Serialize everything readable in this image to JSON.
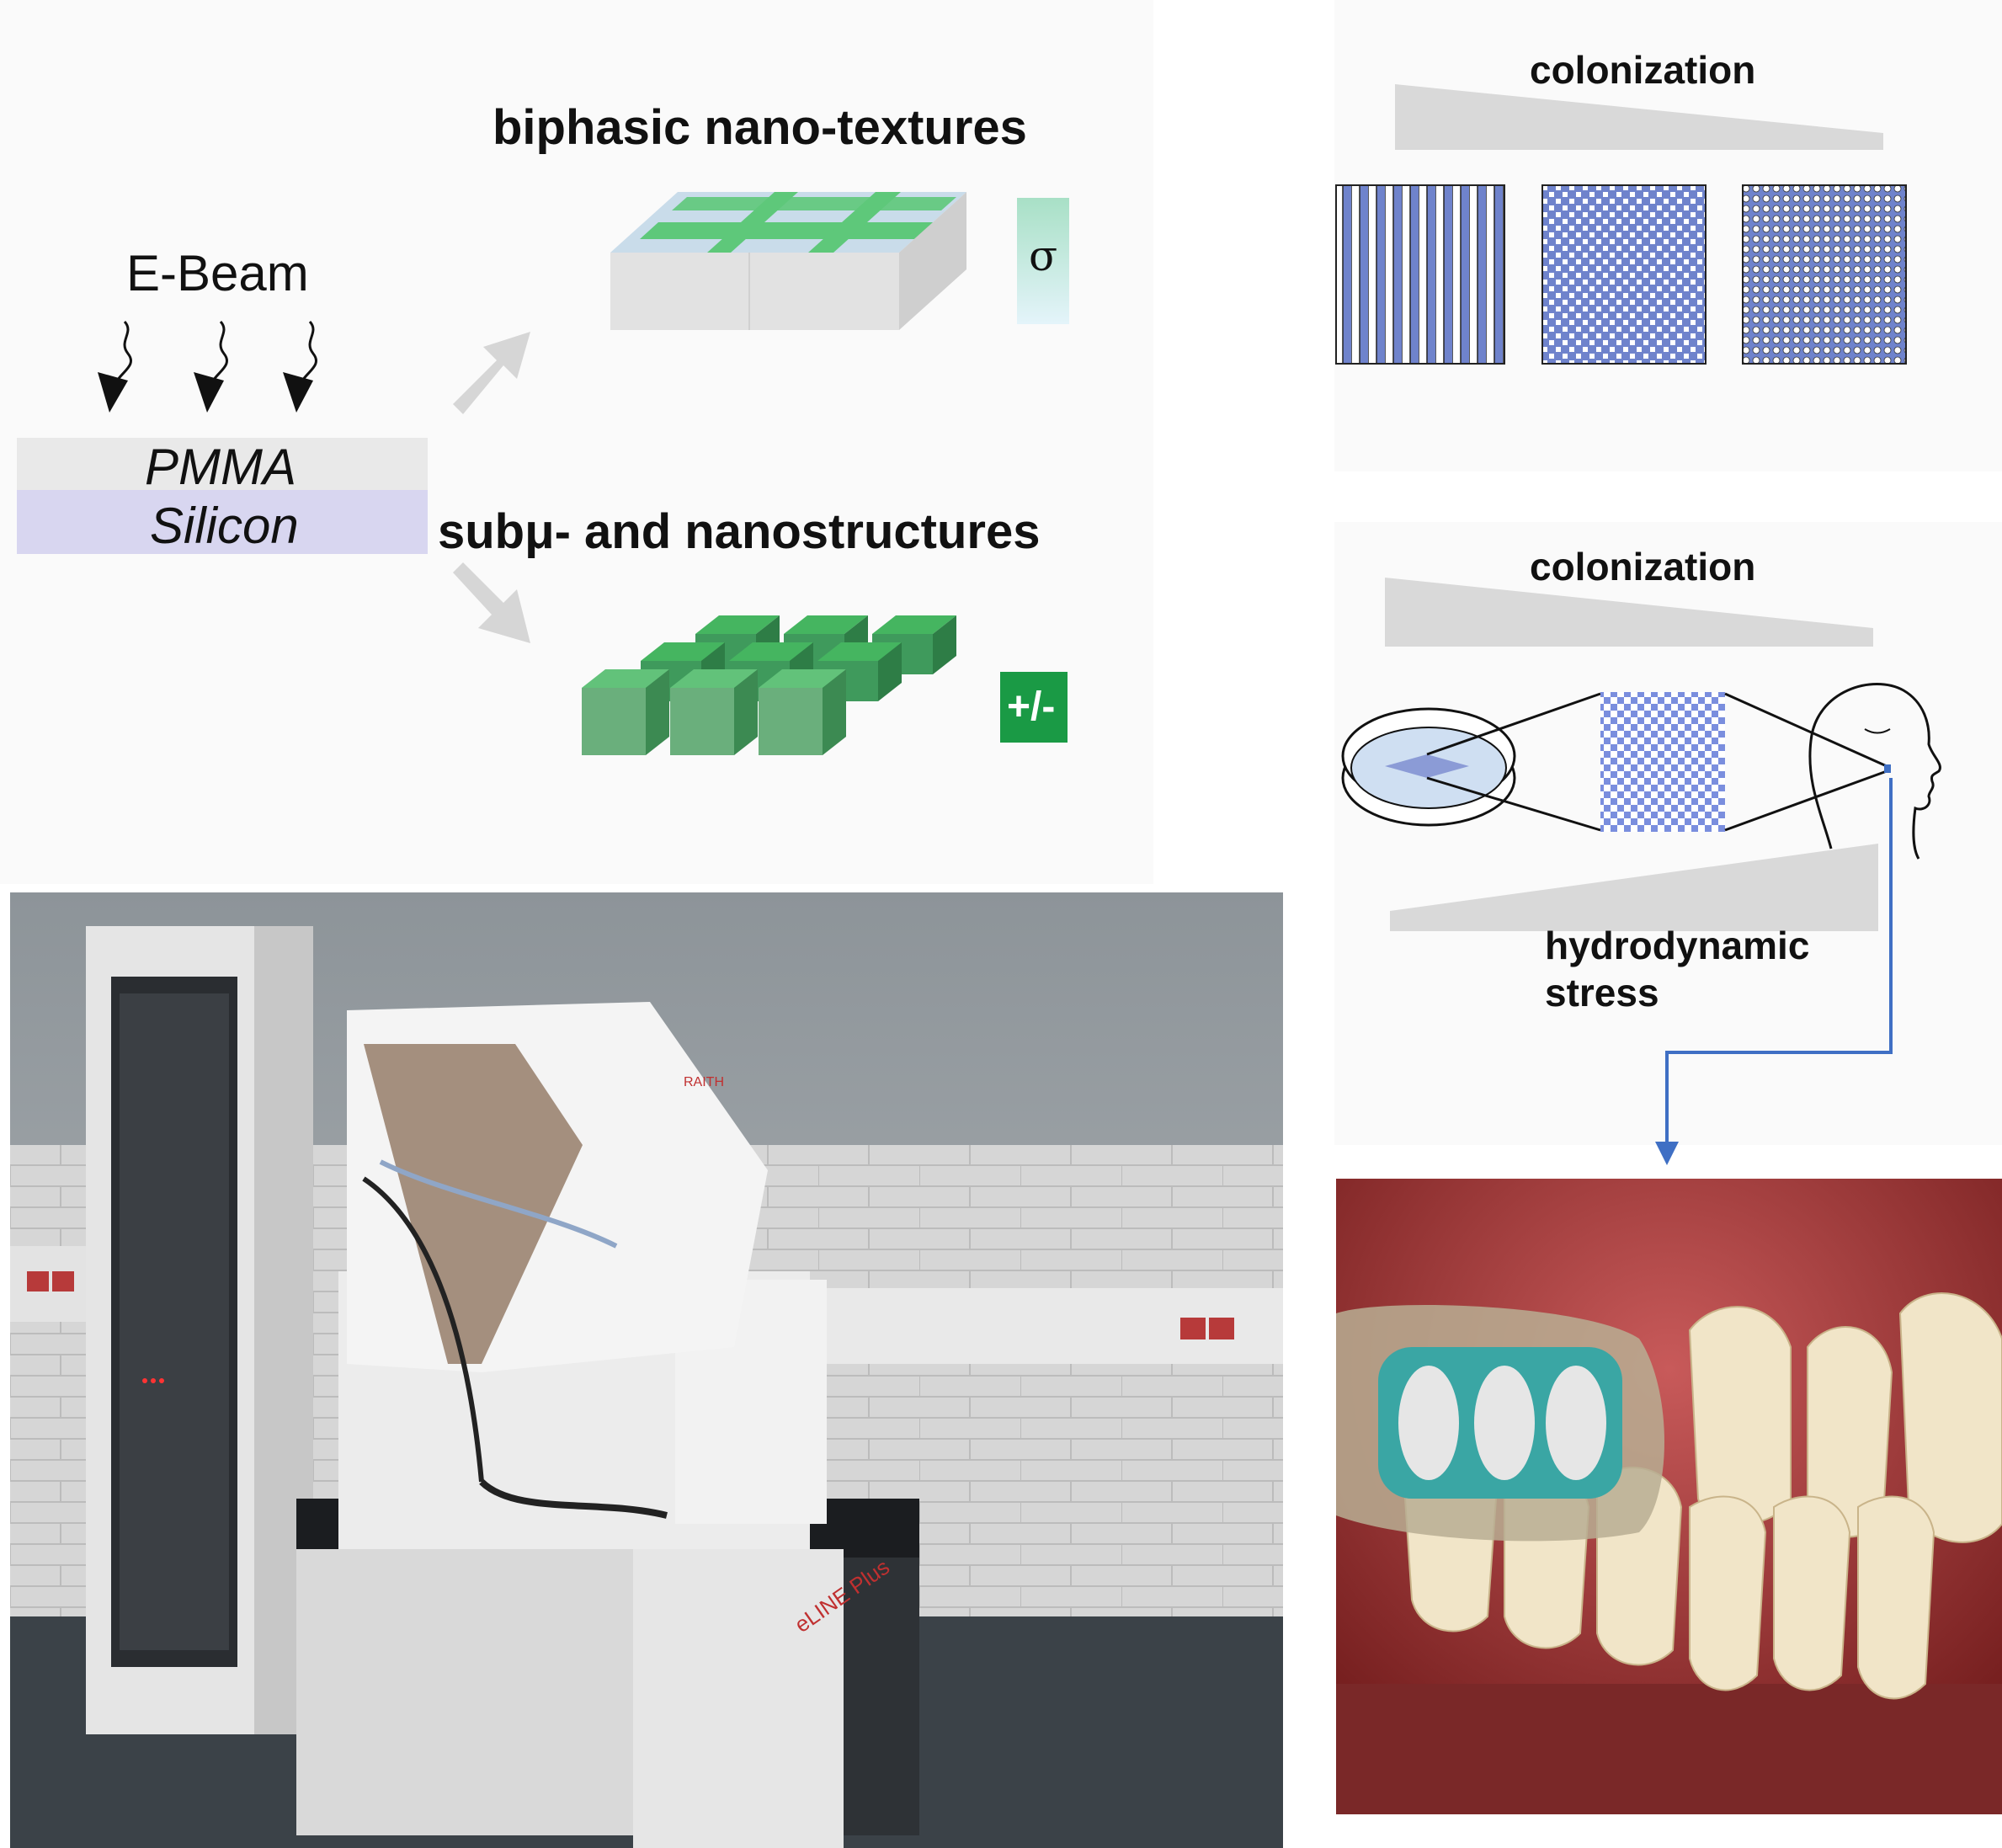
{
  "ebeam": {
    "label": "E-Beam",
    "layer_top": "PMMA",
    "layer_bottom": "Silicon",
    "layer_colors": {
      "pmma": "#e9e9e9",
      "silicon": "#d8d6f0"
    }
  },
  "textures": {
    "title": "biphasic nano-textures",
    "symbol": "σ"
  },
  "structures": {
    "title": "subμ- and nanostructures",
    "symbol": "+/-"
  },
  "colonization_top": {
    "label": "colonization"
  },
  "colonization_bottom": {
    "label": "colonization",
    "stress_line1": "hydrodynamic",
    "stress_line2": "stress"
  },
  "colors": {
    "pattern_blue": "#6f83cc",
    "arrow_blue": "#3f6fc4",
    "green": "#3f9a5c",
    "wedge_gray": "#d9d9d9"
  },
  "photo_machine": {
    "brand_text": "RAITH",
    "model_text": "eLINE Plus"
  }
}
